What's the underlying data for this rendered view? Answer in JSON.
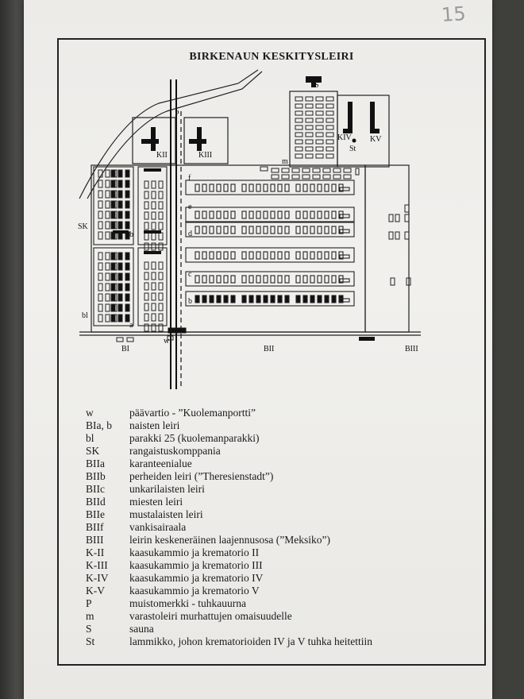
{
  "page": {
    "page_number": "15"
  },
  "map": {
    "title": "BIRKENAUN KESKITYSLEIRI",
    "labels": {
      "s": "S",
      "p": "P",
      "k2": "KII",
      "k3": "KIII",
      "k4": "KIV",
      "k5": "KV",
      "st": "St",
      "m": "m",
      "f": "f",
      "e": "e",
      "d": "d",
      "c": "c",
      "b": "b",
      "bl": "bl",
      "sk": "SK",
      "b_small": "b",
      "a": "a",
      "w": "w",
      "bi": "BI",
      "bii": "BII",
      "biii": "BIII"
    }
  },
  "legend": [
    {
      "key": "w",
      "desc": "päävartio - ”Kuolemanportti”"
    },
    {
      "key": "BIa, b",
      "desc": "naisten leiri"
    },
    {
      "key": "bl",
      "desc": "parakki 25 (kuolemanparakki)"
    },
    {
      "key": "SK",
      "desc": "rangaistuskomppania"
    },
    {
      "key": "BIIa",
      "desc": "karanteenialue"
    },
    {
      "key": "BIIb",
      "desc": "perheiden leiri (”Theresienstadt”)"
    },
    {
      "key": "BIIc",
      "desc": "unkarilaisten leiri"
    },
    {
      "key": "BIId",
      "desc": "miesten leiri"
    },
    {
      "key": "BIIe",
      "desc": "mustalaisten leiri"
    },
    {
      "key": "BIIf",
      "desc": "vankisairaala"
    },
    {
      "key": "BIII",
      "desc": "leirin keskeneräinen laajennusosa (”Meksiko”)"
    },
    {
      "key": "K-II",
      "desc": "kaasukammio ja krematorio II"
    },
    {
      "key": "K-III",
      "desc": "kaasukammio ja krematorio III"
    },
    {
      "key": "K-IV",
      "desc": "kaasukammio ja krematorio IV"
    },
    {
      "key": "K-V",
      "desc": "kaasukammio ja krematorio V"
    },
    {
      "key": "P",
      "desc": "muistomerkki - tuhkauurna"
    },
    {
      "key": "m",
      "desc": "varastoleiri murhattujen omaisuudelle"
    },
    {
      "key": "S",
      "desc": "sauna"
    },
    {
      "key": "St",
      "desc": "lammikko, johon krematorioiden IV ja V tuhka heitettiin"
    }
  ]
}
